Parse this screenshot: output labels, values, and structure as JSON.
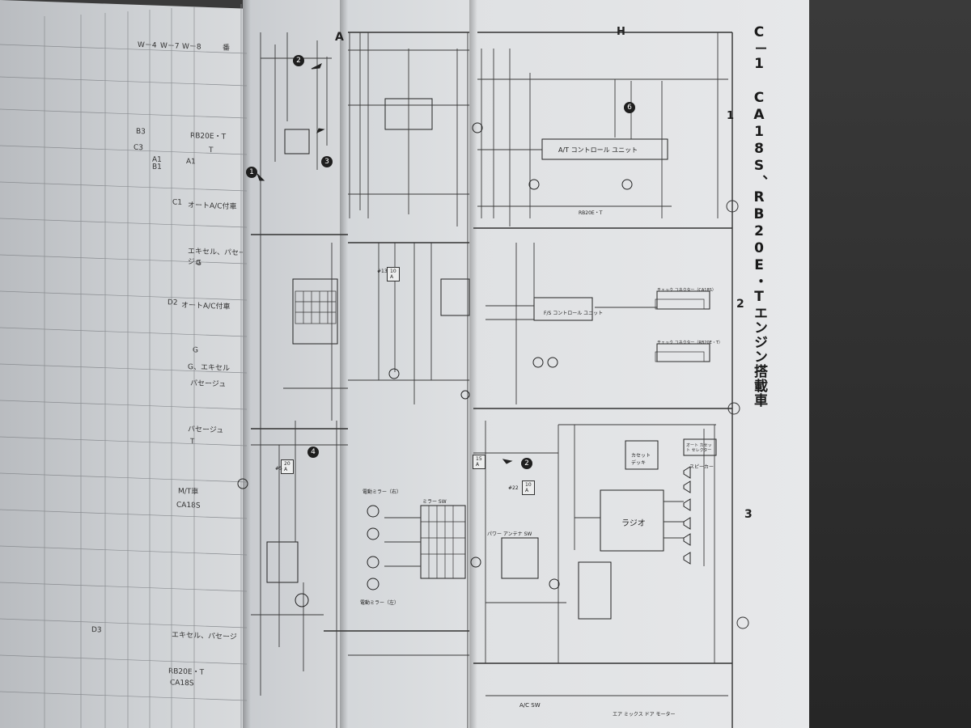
{
  "page": {
    "vertical_title": "C－1 CA18S、RB20E・Tエンジン搭載車",
    "top_markers": [
      "A",
      "H"
    ],
    "row_markers": [
      "1",
      "2",
      "3"
    ]
  },
  "table": {
    "header": [
      "W－4",
      "W－7",
      "W－8",
      "番"
    ],
    "rows": [
      {
        "code": "B3",
        "note": "RB20E・T"
      },
      {
        "code": "C3",
        "note": "T"
      },
      {
        "code": "A1 B1",
        "note": "A1"
      },
      {
        "code": "C1",
        "note": "オートA/C付車"
      },
      {
        "code": "",
        "note": "エキセル、パセージュ"
      },
      {
        "code": "",
        "note": "G"
      },
      {
        "code": "D2",
        "note": "オートA/C付車"
      },
      {
        "code": "",
        "note": "G"
      },
      {
        "code": "",
        "note": "G、エキセル"
      },
      {
        "code": "",
        "note": "パセージュ"
      },
      {
        "code": "",
        "note": "パセージュ"
      },
      {
        "code": "",
        "note": "T"
      },
      {
        "code": "",
        "note": "M/T車"
      },
      {
        "code": "",
        "note": "CA18S"
      },
      {
        "code": "D3",
        "note": "エキセル、パセージ"
      },
      {
        "code": "",
        "note": "RB20E・T"
      },
      {
        "code": "",
        "note": "CA18S"
      }
    ]
  },
  "diagram": {
    "labels": {
      "at_unit": "A/T コントロール ユニット",
      "fs_unit": "F/S コントロール ユニット",
      "radio": "ラジオ",
      "cassette": "カセット デッキ",
      "speaker": "スピーカー",
      "auto_cassette": "オート カセット セレクター",
      "power_antenna_sw": "パワー アンテナ SW",
      "mirror_sw": "ミラー SW",
      "mirror_left": "電動ミラー（左）",
      "mirror_right": "電動ミラー（右）",
      "a_c_sw": "A/C SW",
      "check_conn_ca": "チェック コネクター（CA18S）",
      "check_conn_rb": "チェック コネクター（RB20E・T）",
      "rb20et": "RB20E・T",
      "fuse_10a": "10 A",
      "fuse_15a": "15 A",
      "fuse_20a": "20 A",
      "num_13": "#13",
      "num_22": "#22",
      "num_5": "#5",
      "air_mix": "エア ミックス ドア モーター"
    },
    "callouts": [
      "1",
      "2",
      "3",
      "4",
      "6",
      "2"
    ]
  }
}
